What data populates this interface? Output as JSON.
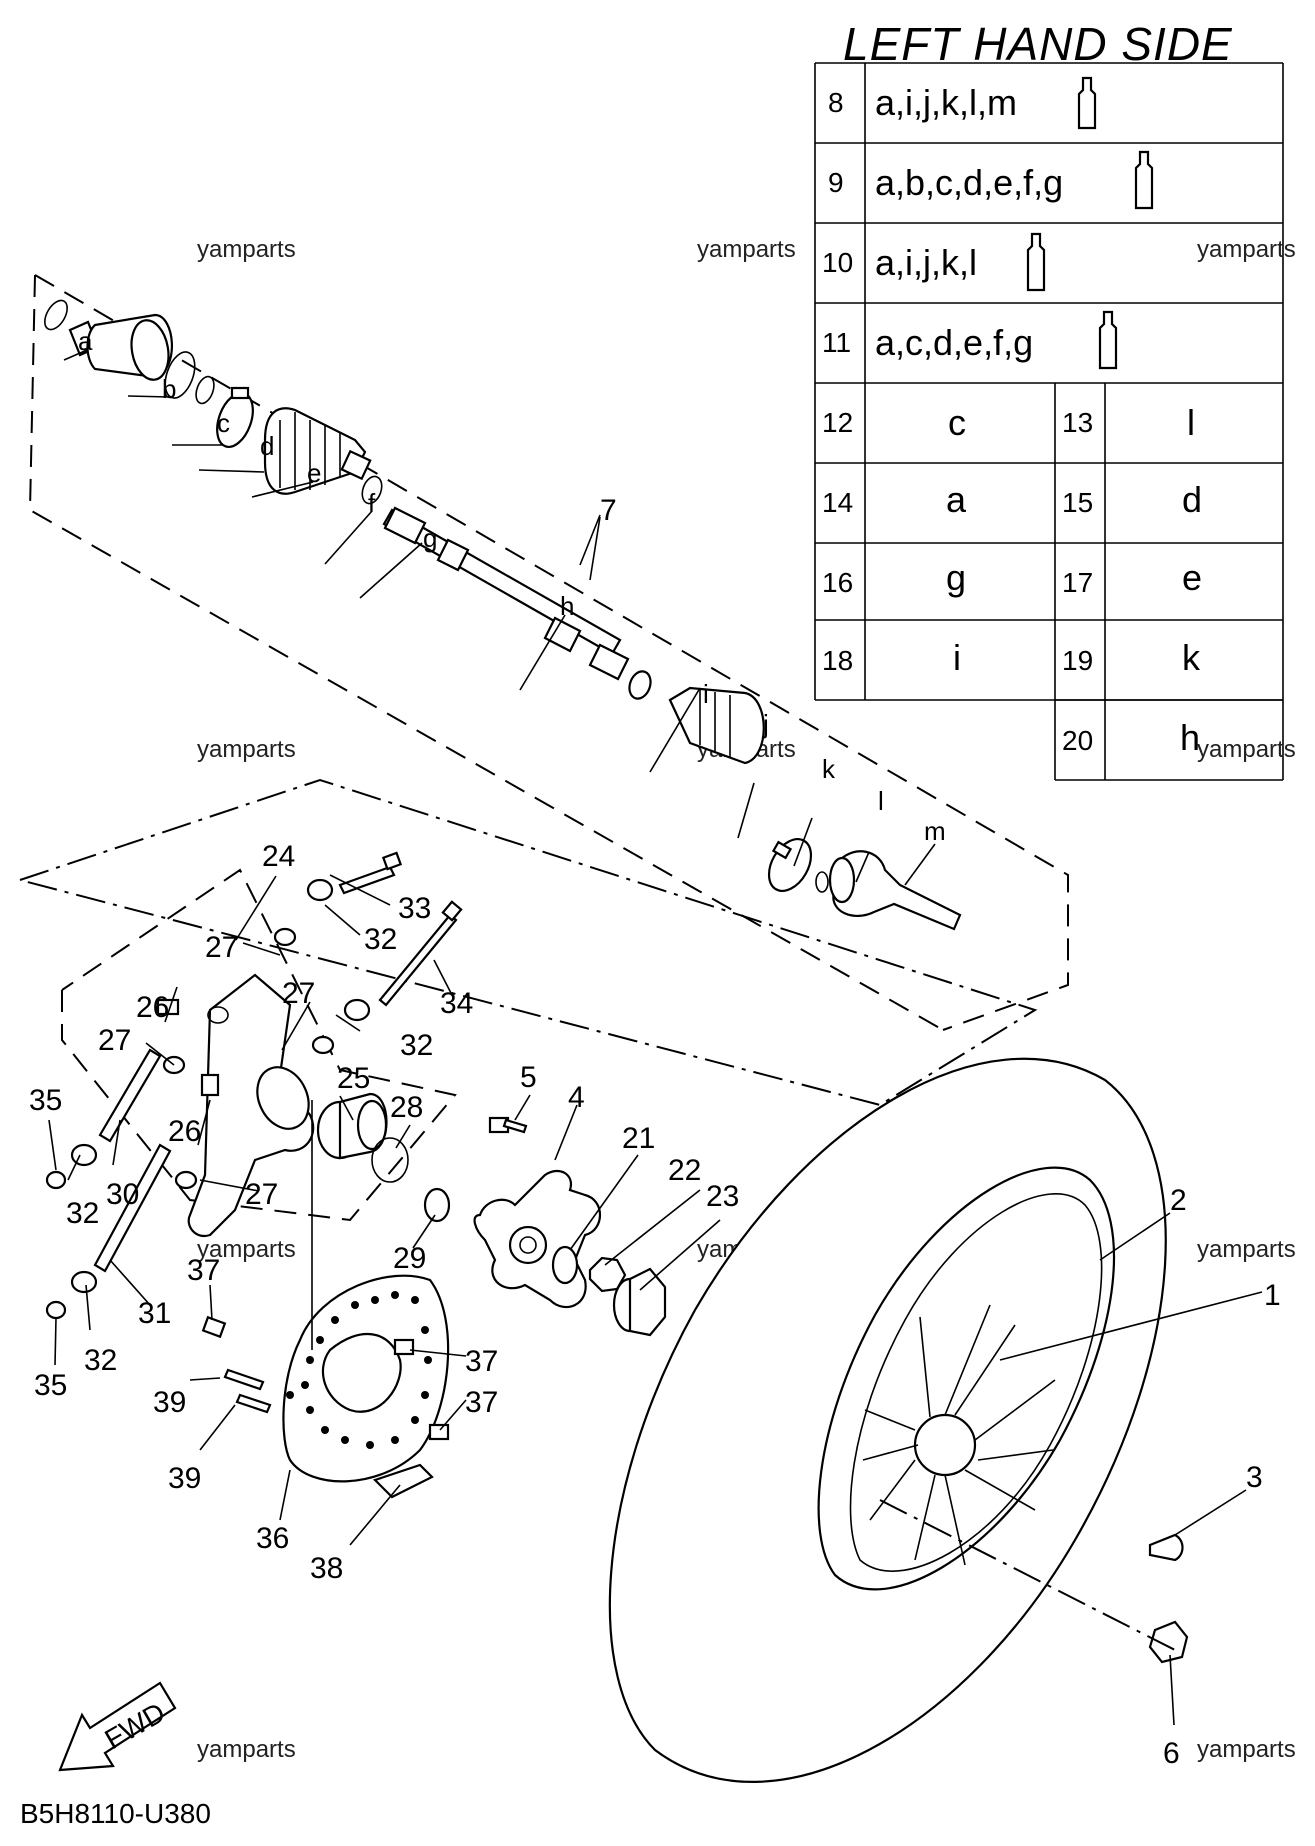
{
  "title": "LEFT HAND SIDE",
  "diagram_code": "B5H8110-U380",
  "fwd_label": "FWD",
  "watermark": "yamparts",
  "reference_table": {
    "kit_rows": [
      {
        "num": "8",
        "parts": "a,i,j,k,l,m"
      },
      {
        "num": "9",
        "parts": "a,b,c,d,e,f,g"
      },
      {
        "num": "10",
        "parts": "a,i,j,k,l"
      },
      {
        "num": "11",
        "parts": "a,c,d,e,f,g"
      }
    ],
    "pair_rows": [
      {
        "num_a": "12",
        "letter_a": "c",
        "num_b": "13",
        "letter_b": "l"
      },
      {
        "num_a": "14",
        "letter_a": "a",
        "num_b": "15",
        "letter_b": "d"
      },
      {
        "num_a": "16",
        "letter_a": "g",
        "num_b": "17",
        "letter_b": "e"
      },
      {
        "num_a": "18",
        "letter_a": "i",
        "num_b": "19",
        "letter_b": "k"
      }
    ],
    "last_row": {
      "num": "20",
      "letter": "h"
    }
  },
  "callouts": [
    {
      "id": "a",
      "text": "a"
    },
    {
      "id": "b",
      "text": "b"
    },
    {
      "id": "c",
      "text": "c"
    },
    {
      "id": "d",
      "text": "d"
    },
    {
      "id": "e",
      "text": "e"
    },
    {
      "id": "f",
      "text": "f"
    },
    {
      "id": "g",
      "text": "g"
    },
    {
      "id": "h",
      "text": "h"
    },
    {
      "id": "i",
      "text": "i"
    },
    {
      "id": "j",
      "text": "j"
    },
    {
      "id": "k",
      "text": "k"
    },
    {
      "id": "l",
      "text": "l"
    },
    {
      "id": "m",
      "text": "m"
    },
    {
      "id": "7",
      "text": "7"
    },
    {
      "id": "24",
      "text": "24"
    },
    {
      "id": "33",
      "text": "33"
    },
    {
      "id": "27a",
      "text": "27"
    },
    {
      "id": "32a",
      "text": "32"
    },
    {
      "id": "26a",
      "text": "26"
    },
    {
      "id": "27b",
      "text": "27"
    },
    {
      "id": "34",
      "text": "34"
    },
    {
      "id": "32b",
      "text": "32"
    },
    {
      "id": "27c",
      "text": "27"
    },
    {
      "id": "25",
      "text": "25"
    },
    {
      "id": "35a",
      "text": "35"
    },
    {
      "id": "26b",
      "text": "26"
    },
    {
      "id": "28",
      "text": "28"
    },
    {
      "id": "32c",
      "text": "32"
    },
    {
      "id": "30",
      "text": "30"
    },
    {
      "id": "27d",
      "text": "27"
    },
    {
      "id": "5",
      "text": "5"
    },
    {
      "id": "4",
      "text": "4"
    },
    {
      "id": "21",
      "text": "21"
    },
    {
      "id": "22",
      "text": "22"
    },
    {
      "id": "23",
      "text": "23"
    },
    {
      "id": "2",
      "text": "2"
    },
    {
      "id": "29",
      "text": "29"
    },
    {
      "id": "37a",
      "text": "37"
    },
    {
      "id": "31",
      "text": "31"
    },
    {
      "id": "32d",
      "text": "32"
    },
    {
      "id": "35b",
      "text": "35"
    },
    {
      "id": "37b",
      "text": "37"
    },
    {
      "id": "39a",
      "text": "39"
    },
    {
      "id": "37c",
      "text": "37"
    },
    {
      "id": "39b",
      "text": "39"
    },
    {
      "id": "36",
      "text": "36"
    },
    {
      "id": "38",
      "text": "38"
    },
    {
      "id": "1",
      "text": "1"
    },
    {
      "id": "3",
      "text": "3"
    },
    {
      "id": "6",
      "text": "6"
    }
  ]
}
